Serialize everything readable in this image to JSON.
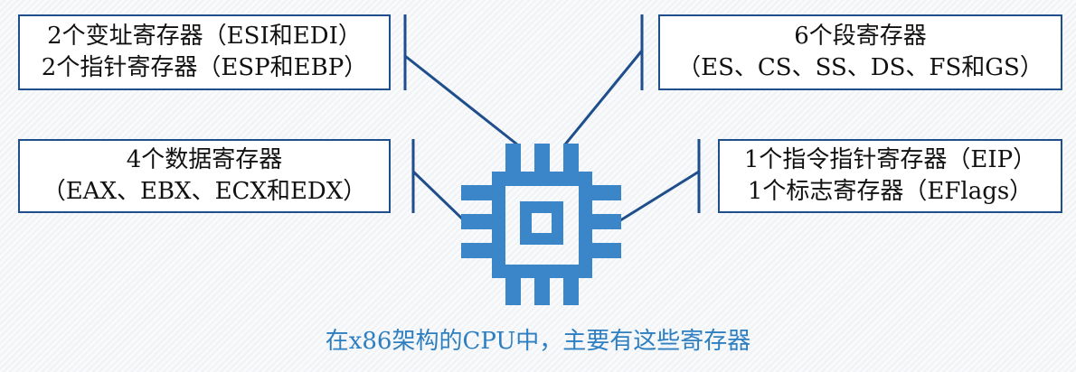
{
  "boxes": {
    "top_left": {
      "line1": "2个变址寄存器（ESI和EDI）",
      "line2": "2个指针寄存器（ESP和EBP）"
    },
    "top_right": {
      "line1": "6个段寄存器",
      "line2": "（ES、CS、SS、DS、FS和GS）"
    },
    "bottom_left": {
      "line1": "4个数据寄存器",
      "line2": "（EAX、EBX、ECX和EDX）"
    },
    "bottom_right": {
      "line1": "1个指令指针寄存器（EIP）",
      "line2": "1个标志寄存器（EFlags）"
    }
  },
  "caption": "在x86架构的CPU中，主要有这些寄存器",
  "colors": {
    "chip": "#3a86c8",
    "connector": "#1f4e8c",
    "caption": "#2d7fc1",
    "box_border": "#1f4e8c"
  },
  "icons": {
    "chip": "cpu-chip-icon"
  }
}
